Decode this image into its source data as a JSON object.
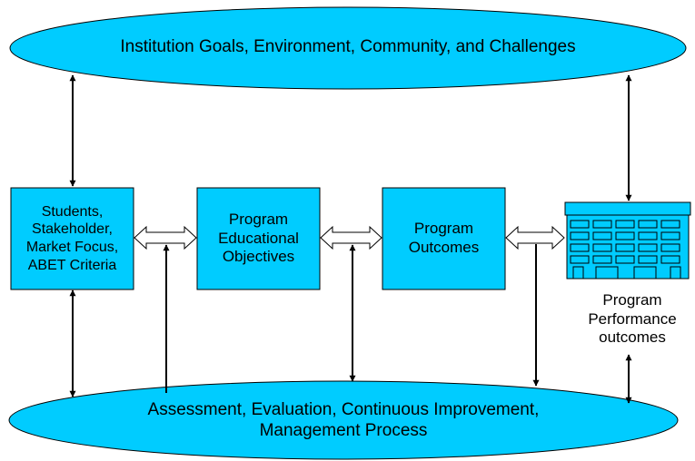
{
  "top_ellipse": {
    "label": "Institution Goals, Environment, Community, and Challenges"
  },
  "bottom_ellipse": {
    "label": "Assessment, Evaluation, Continuous Improvement,\nManagement Process"
  },
  "boxes": {
    "students": {
      "label": "Students,\nStakeholder,\nMarket Focus,\nABET Criteria"
    },
    "objectives": {
      "label": "Program\nEducational\nObjectives"
    },
    "outcomes": {
      "label": "Program\nOutcomes"
    }
  },
  "building": {
    "label": "Program\nPerformance\noutcomes",
    "icon": "building-icon"
  },
  "colors": {
    "fill": "#00ccff",
    "stroke": "#000000",
    "background": "#ffffff"
  }
}
